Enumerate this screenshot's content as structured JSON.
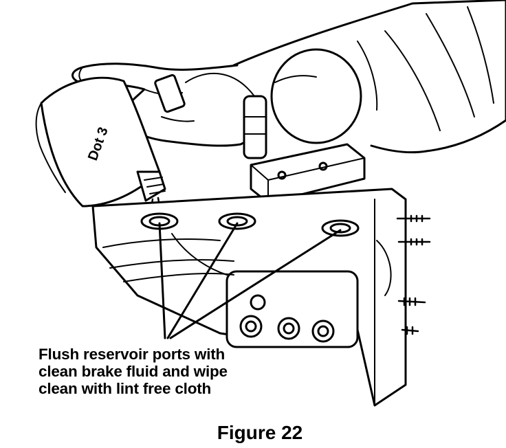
{
  "callout": {
    "lines": [
      "Flush reservoir ports with",
      "clean brake fluid and wipe",
      "clean with lint free cloth"
    ]
  },
  "caption": "Figure 22",
  "bottle_label": "Dot 3"
}
